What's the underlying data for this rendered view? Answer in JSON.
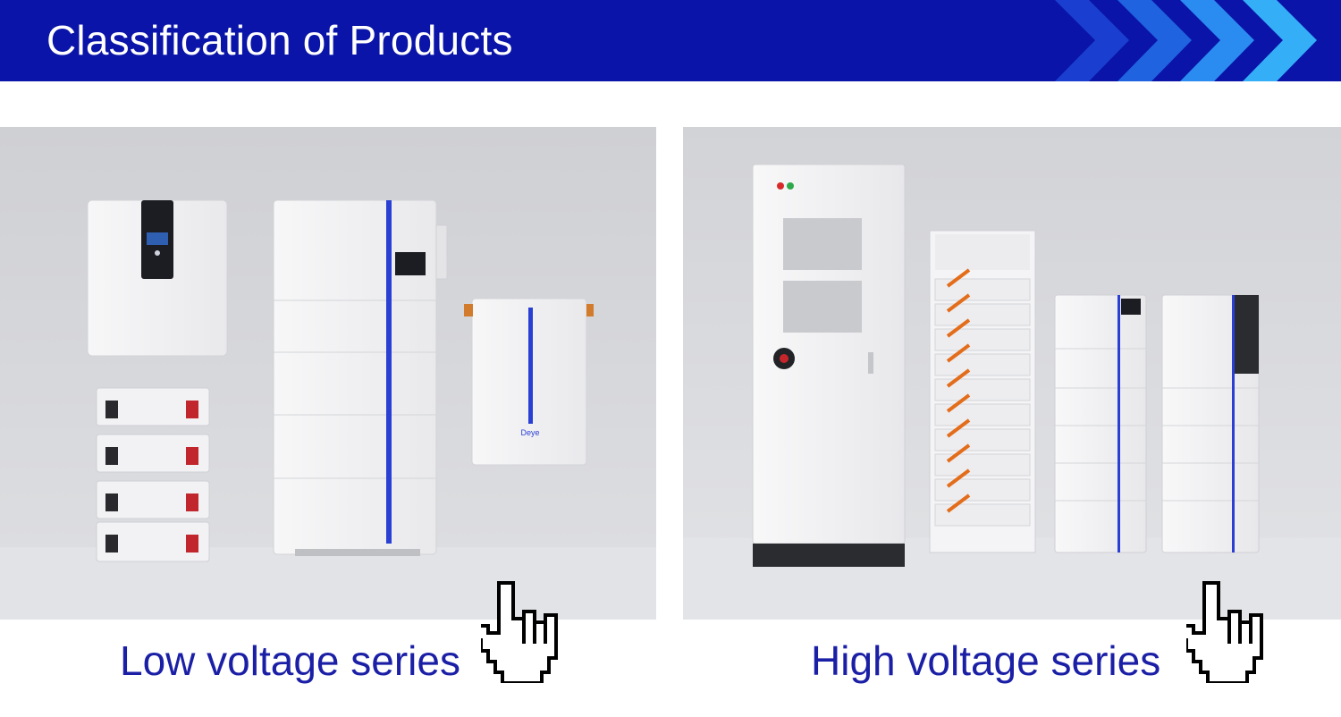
{
  "header": {
    "title": "Classification of Products",
    "background_color": "#0a14a8"
  },
  "panels": [
    {
      "caption": "Low voltage series",
      "caption_color": "#1a1fa6",
      "icon": "pointing-hand-icon"
    },
    {
      "caption": "High voltage series",
      "caption_color": "#1a1fa6",
      "icon": "pointing-hand-icon"
    }
  ],
  "brand_logo_text": "Deye"
}
